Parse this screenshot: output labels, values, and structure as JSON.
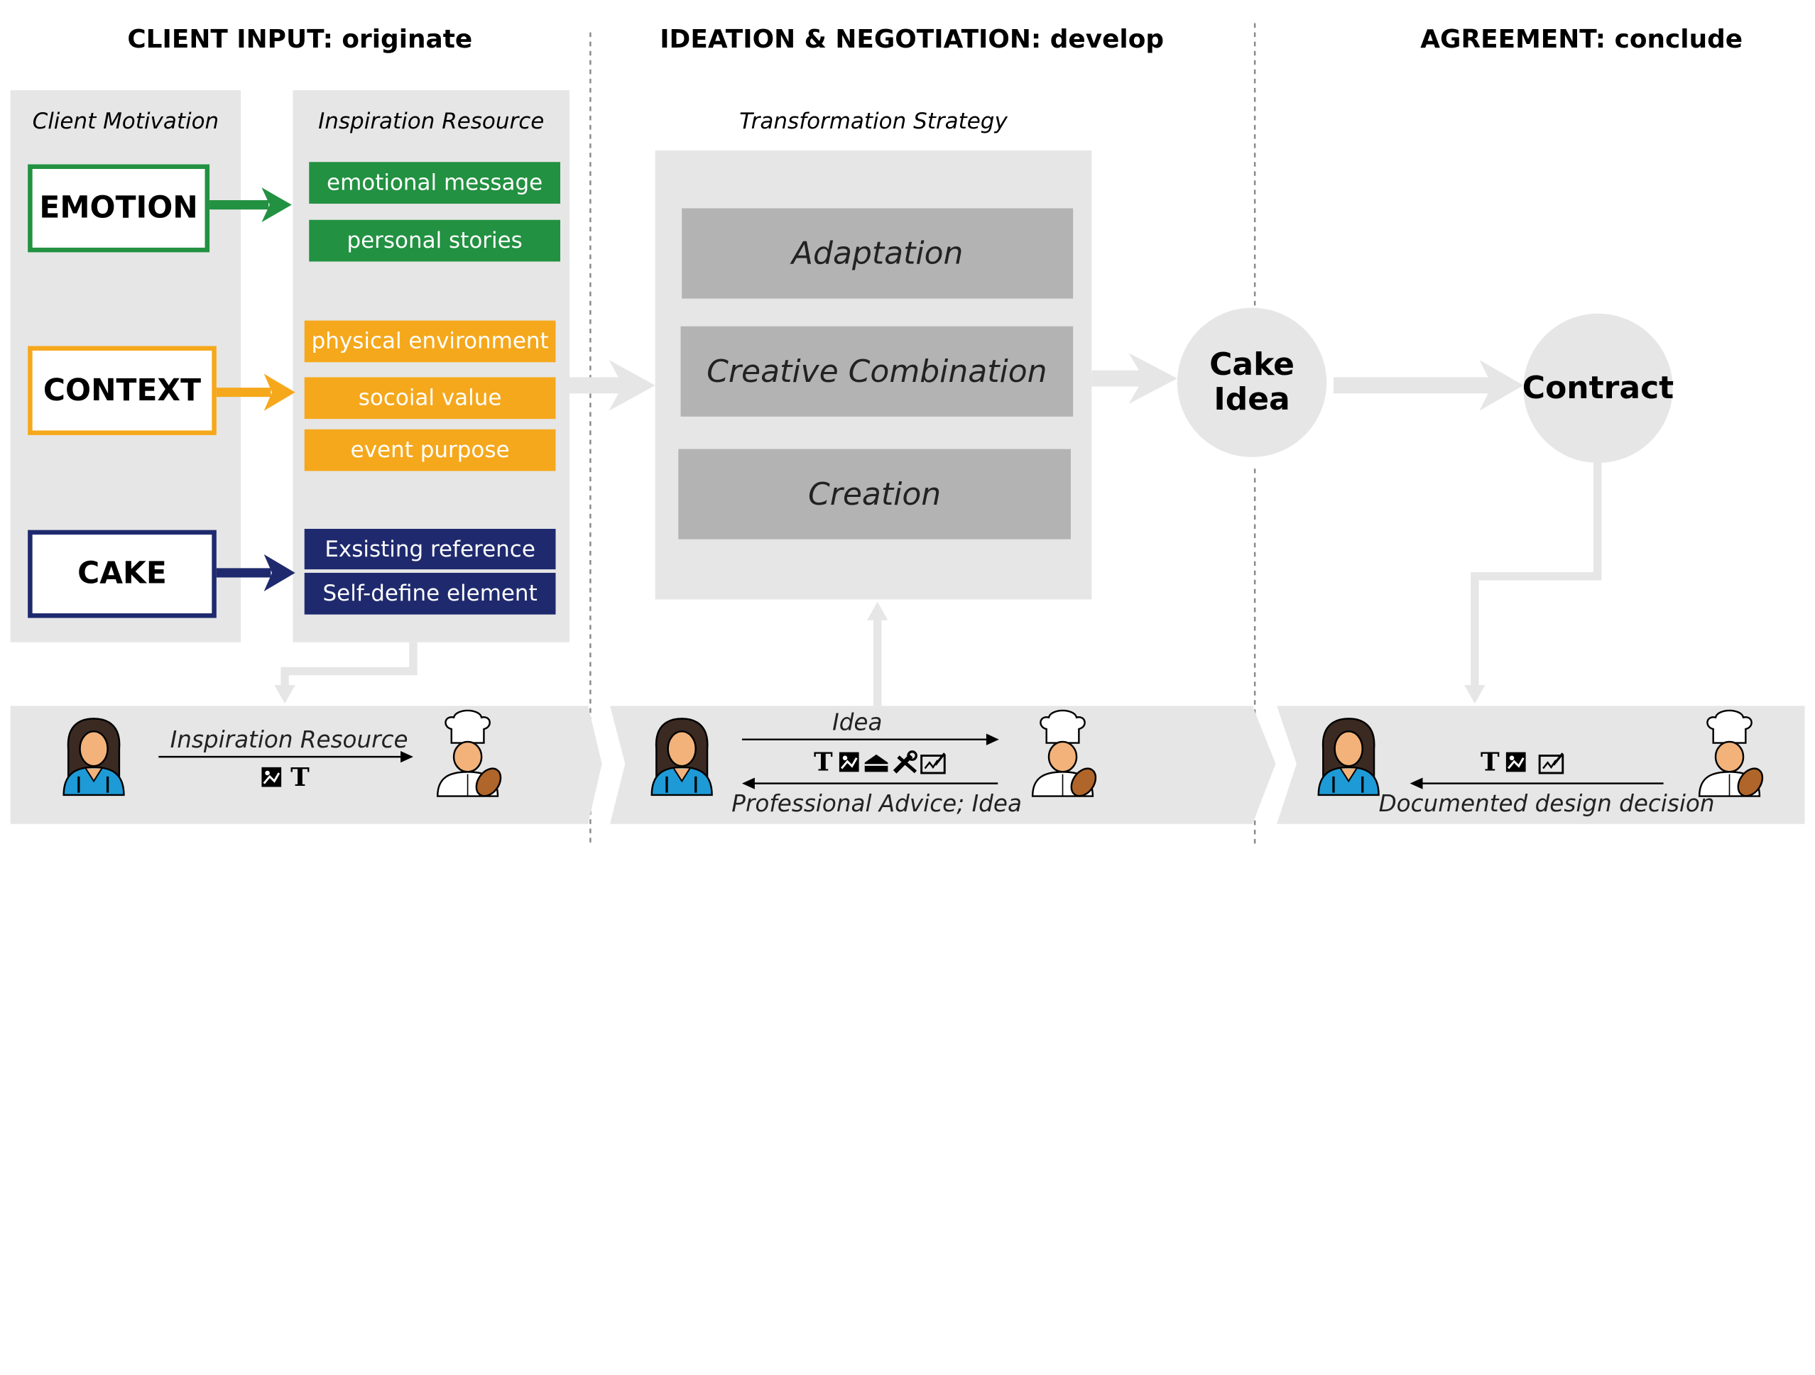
{
  "phases": {
    "client_input": "CLIENT INPUT: originate",
    "ideation": "IDEATION & NEGOTIATION: develop",
    "agreement": "AGREEMENT: conclude"
  },
  "columns": {
    "client_motivation": "Client Motivation",
    "inspiration_resource": "Inspiration Resource",
    "transformation_strategy": "Transformation Strategy"
  },
  "motivations": [
    {
      "label": "EMOTION",
      "color": "#229141"
    },
    {
      "label": "CONTEXT",
      "color": "#f5a81c"
    },
    {
      "label": "CAKE",
      "color": "#1f2a6e"
    }
  ],
  "resources": {
    "emotion": [
      "emotional message",
      "personal stories"
    ],
    "context": [
      "physical environment",
      "socoial value",
      "event purpose"
    ],
    "cake": [
      "Exsisting reference",
      "Self-define element"
    ]
  },
  "strategies": [
    "Adaptation",
    "Creative Combination",
    "Creation"
  ],
  "outcomes": {
    "cake_idea_line1": "Cake",
    "cake_idea_line2": "Idea",
    "contract": "Contract"
  },
  "interactions": {
    "phase1_label": "Inspiration Resource",
    "phase1_icons": "T",
    "phase2_top_label": "Idea",
    "phase2_icons": "T",
    "phase2_bottom_label": "Professional Advice; Idea",
    "phase3_icons": "T",
    "phase3_label": "Documented design decision"
  },
  "colors": {
    "green": "#229141",
    "orange": "#f5a81c",
    "navy": "#1f2a6e",
    "panel_gray": "#e6e6e6",
    "strategy_gray": "#b3b3b3",
    "client_blue": "#1e9ad6",
    "skin": "#f2b27a"
  },
  "icons": [
    "client-avatar-icon",
    "baker-avatar-icon",
    "image-icon",
    "cake-icon",
    "tools-icon",
    "signature-icon"
  ]
}
